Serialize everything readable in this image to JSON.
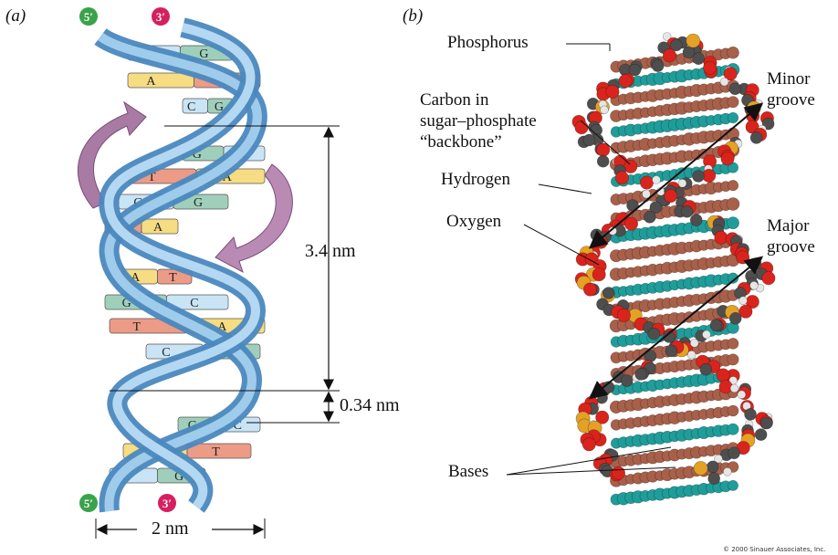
{
  "panel_a": {
    "letter": "(a)",
    "top_left_end": "5′",
    "top_right_end": "3′",
    "bottom_left_end": "5′",
    "bottom_right_end": "3′",
    "helical_turn_label": "3.4 nm",
    "base_spacing_label": "0.34 nm",
    "width_label": "2 nm",
    "base_pairs": [
      {
        "left": "C",
        "right": "G"
      },
      {
        "left": "A",
        "right": "T"
      },
      {
        "left": "C",
        "right": "G"
      },
      {
        "left": "G",
        "right": "C"
      },
      {
        "left": "T",
        "right": "A"
      },
      {
        "left": "C",
        "right": "G"
      },
      {
        "left": "T",
        "right": "A"
      },
      {
        "left": "A",
        "right": "T"
      },
      {
        "left": "G",
        "right": "C"
      },
      {
        "left": "T",
        "right": "A"
      },
      {
        "left": "C",
        "right": "G"
      },
      {
        "left": "G",
        "right": "C"
      },
      {
        "left": "A",
        "right": "T"
      },
      {
        "left": "C",
        "right": "G"
      }
    ],
    "colors": {
      "A": "#f6dc82",
      "T": "#ec9b86",
      "G": "#9fcfbb",
      "C": "#c9e4f4",
      "backbone": "#6aaad6",
      "arrow": "#9b6e99"
    }
  },
  "panel_b": {
    "letter": "(b)",
    "label_phosphorus": "Phosphorus",
    "label_carbon": "Carbon in\nsugar–phosphate\n“backbone”",
    "label_hydrogen": "Hydrogen",
    "label_oxygen": "Oxygen",
    "label_minor_groove": "Minor\ngroove",
    "label_major_groove": "Major\ngroove",
    "label_bases": "Bases",
    "colors": {
      "oxygen": "#d8241c",
      "phosphorus": "#e3a126",
      "carbon": "#4e4e4e",
      "hydrogen": "#e6e6e6",
      "base_brown": "#a8604a",
      "base_teal": "#1f9d9a"
    }
  },
  "copyright": "© 2000 Sinauer Associates, Inc."
}
